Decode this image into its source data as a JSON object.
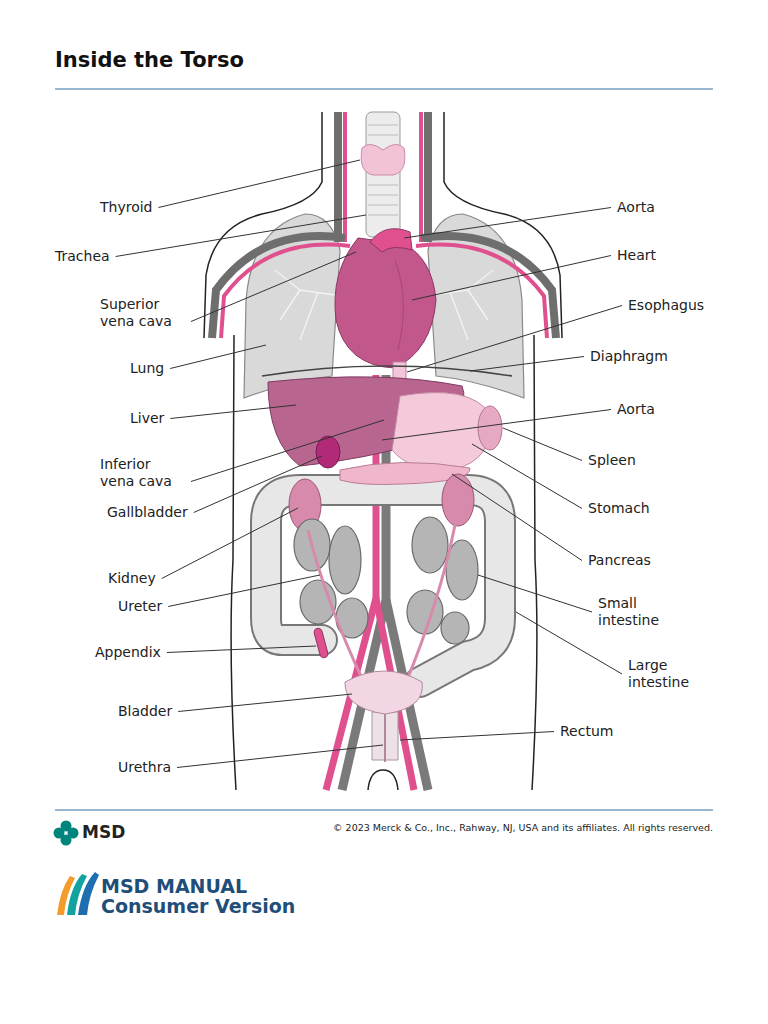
{
  "diagram": {
    "title": "Inside the Torso",
    "labels": [
      "Thyroid",
      "Trachea",
      "Superior vena cava",
      "Lung",
      "Liver",
      "Inferior vena cava",
      "Gallbladder",
      "Kidney",
      "Ureter",
      "Appendix",
      "Bladder",
      "Urethra",
      "Aorta",
      "Heart",
      "Esophagus",
      "Diaphragm",
      "Aorta",
      "Spleen",
      "Stomach",
      "Pancreas",
      "Small intestine",
      "Large intestine",
      "Rectum",
      "© 2023 Merck & Co., Inc., Rahway, NJ, USA and its affiliates. All rights reserved.",
      "MSD",
      "MSD MANUAL",
      "Consumer Version"
    ]
  }
}
